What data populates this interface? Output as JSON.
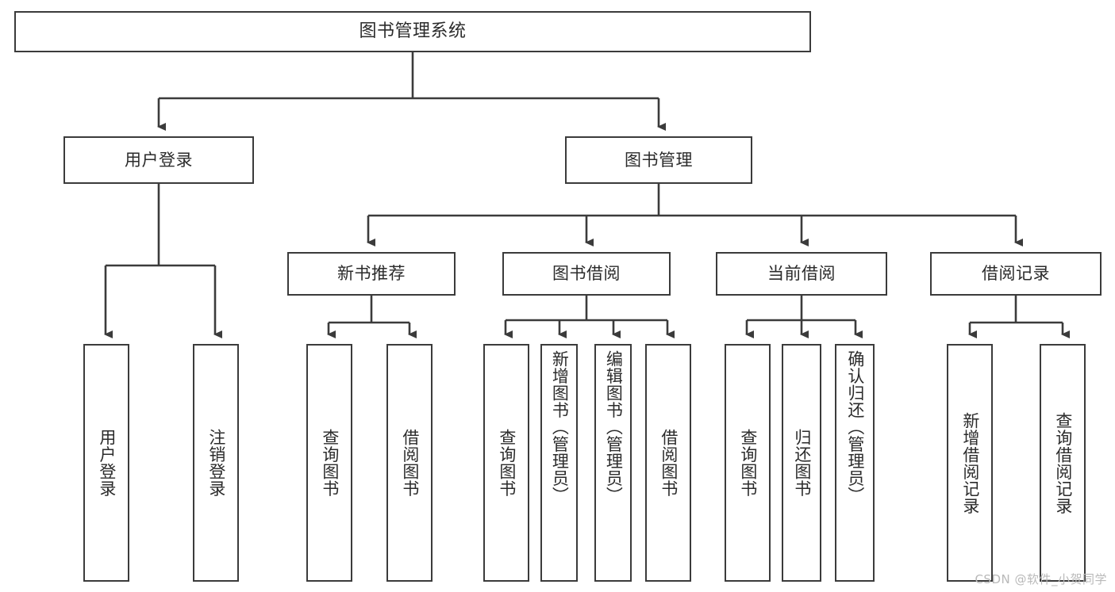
{
  "diagram": {
    "type": "tree",
    "title": "图书管理系统",
    "root": {
      "label": "图书管理系统"
    },
    "level1": [
      {
        "label": "用户登录"
      },
      {
        "label": "图书管理"
      }
    ],
    "level2": [
      {
        "label": "新书推荐"
      },
      {
        "label": "图书借阅"
      },
      {
        "label": "当前借阅"
      },
      {
        "label": "借阅记录"
      }
    ],
    "leaves": {
      "user_login": [
        {
          "label": "用户登录"
        },
        {
          "label": "注销登录"
        }
      ],
      "new_book_recommend": [
        {
          "label": "查询图书"
        },
        {
          "label": "借阅图书"
        }
      ],
      "book_borrow": [
        {
          "label": "查询图书"
        },
        {
          "label": "新增图书（管理员）"
        },
        {
          "label": "编辑图书（管理员）"
        },
        {
          "label": "借阅图书"
        }
      ],
      "current_borrow": [
        {
          "label": "查询图书"
        },
        {
          "label": "归还图书"
        },
        {
          "label": "确认归还（管理员）"
        }
      ],
      "borrow_record": [
        {
          "label": "新增借阅记录"
        },
        {
          "label": "查询借阅记录"
        }
      ]
    }
  },
  "style": {
    "border_color": "#3b3b3b",
    "fill_color": "#ffffff",
    "text_color": "#2b2b2b",
    "connector_color": "#3b3b3b",
    "watermark_color": "#b9b9b9"
  },
  "watermark": {
    "text": "CSDN @软件_小贺同学"
  }
}
